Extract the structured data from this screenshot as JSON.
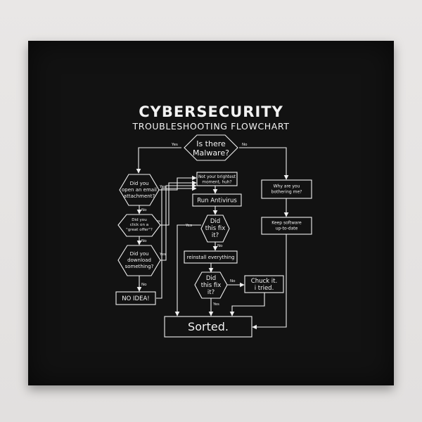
{
  "diagram": {
    "title": "CYBERSECURITY",
    "subtitle": "TROUBLESHOOTING FLOWCHART",
    "nodes": {
      "malware": [
        "Is there",
        "Malware?"
      ],
      "email": [
        "Did you",
        "open an email",
        "attachment?"
      ],
      "offer": [
        "Did you",
        "click on a",
        "\"great offer\"?"
      ],
      "download": [
        "Did you",
        "download",
        "something?"
      ],
      "no_idea": [
        "NO IDEA!"
      ],
      "brightest": [
        "Not your brightest",
        "moment, huh?"
      ],
      "run_antivirus": [
        "Run Antivirus"
      ],
      "fix1": [
        "Did",
        "this fix",
        "it?"
      ],
      "reinstall": [
        "reinstall everything"
      ],
      "fix2": [
        "Did",
        "this fix",
        "it?"
      ],
      "chuck": [
        "Chuck it.",
        "i tried."
      ],
      "bothering": [
        "Why are you",
        "bothering me?"
      ],
      "keep_software": [
        "Keep software",
        "up-to-date"
      ],
      "sorted": [
        "Sorted."
      ]
    },
    "edge_labels": {
      "malware_yes": "Yes",
      "malware_no": "No",
      "email_yes": "Yes",
      "email_no": "No",
      "offer_yes": "Yes",
      "offer_no": "No",
      "download_yes": "Yes",
      "download_no": "No",
      "fix1_yes": "Yes",
      "fix1_no": "No",
      "fix2_no": "No",
      "fix2_yes": "Yes"
    }
  }
}
